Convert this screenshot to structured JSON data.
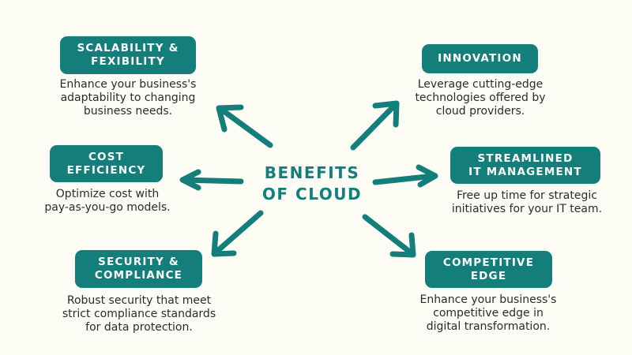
{
  "center": {
    "line1": "BENEFITS",
    "line2": "OF CLOUD"
  },
  "benefits": [
    {
      "id": "scalability",
      "title1": "SCALABILITY &",
      "title2": "FEXIBILITY",
      "desc1": "Enhance your business's",
      "desc2": "adaptability to changing",
      "desc3": "business needs."
    },
    {
      "id": "innovation",
      "title1": "INNOVATION",
      "desc1": "Leverage cutting-edge",
      "desc2": "technologies offered by",
      "desc3": "cloud providers."
    },
    {
      "id": "cost",
      "title1": "COST",
      "title2": "EFFICIENCY",
      "desc1": "Optimize cost with",
      "desc2": "pay-as-you-go models."
    },
    {
      "id": "streamlined",
      "title1": "STREAMLINED",
      "title2": "IT MANAGEMENT",
      "desc1": "Free up time for strategic",
      "desc2": "initiatives for your IT team."
    },
    {
      "id": "security",
      "title1": "SECURITY &",
      "title2": "COMPLIANCE",
      "desc1": "Robust security that meet",
      "desc2": "strict compliance standards",
      "desc3": "for data protection."
    },
    {
      "id": "competitive",
      "title1": "COMPETITIVE",
      "title2": "EDGE",
      "desc1": "Enhance your business's",
      "desc2": "competitive edge in",
      "desc3": "digital transformation."
    }
  ],
  "colors": {
    "accent": "#137e7a",
    "background": "#fdfdf6",
    "text": "#2b2b2b"
  }
}
